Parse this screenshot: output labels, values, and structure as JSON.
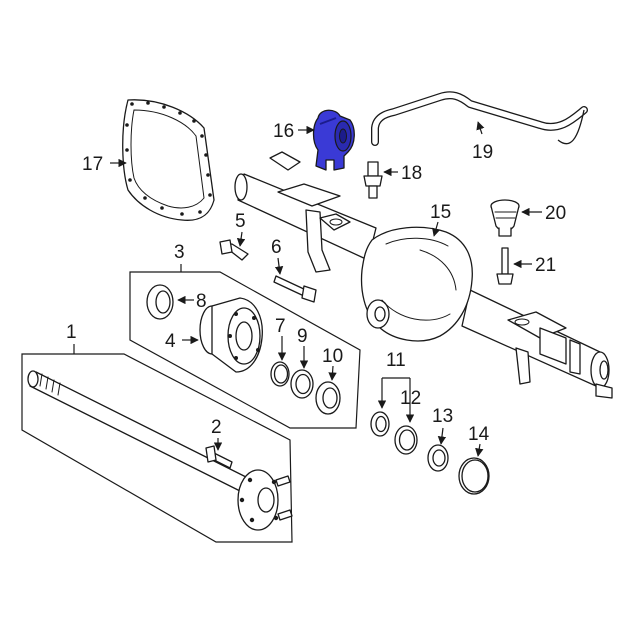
{
  "callouts": {
    "c1": "1",
    "c2": "2",
    "c3": "3",
    "c4": "4",
    "c5": "5",
    "c6": "6",
    "c7": "7",
    "c8": "8",
    "c9": "9",
    "c10": "10",
    "c11": "11",
    "c12": "12",
    "c13": "13",
    "c14": "14",
    "c15": "15",
    "c16": "16",
    "c17": "17",
    "c18": "18",
    "c19": "19",
    "c20": "20",
    "c21": "21"
  },
  "colors": {
    "highlight": "#3a3ad6",
    "highlight_dark": "#1c1c8c",
    "line": "#1a1a1a",
    "background": "#ffffff"
  },
  "highlighted_part": "16"
}
